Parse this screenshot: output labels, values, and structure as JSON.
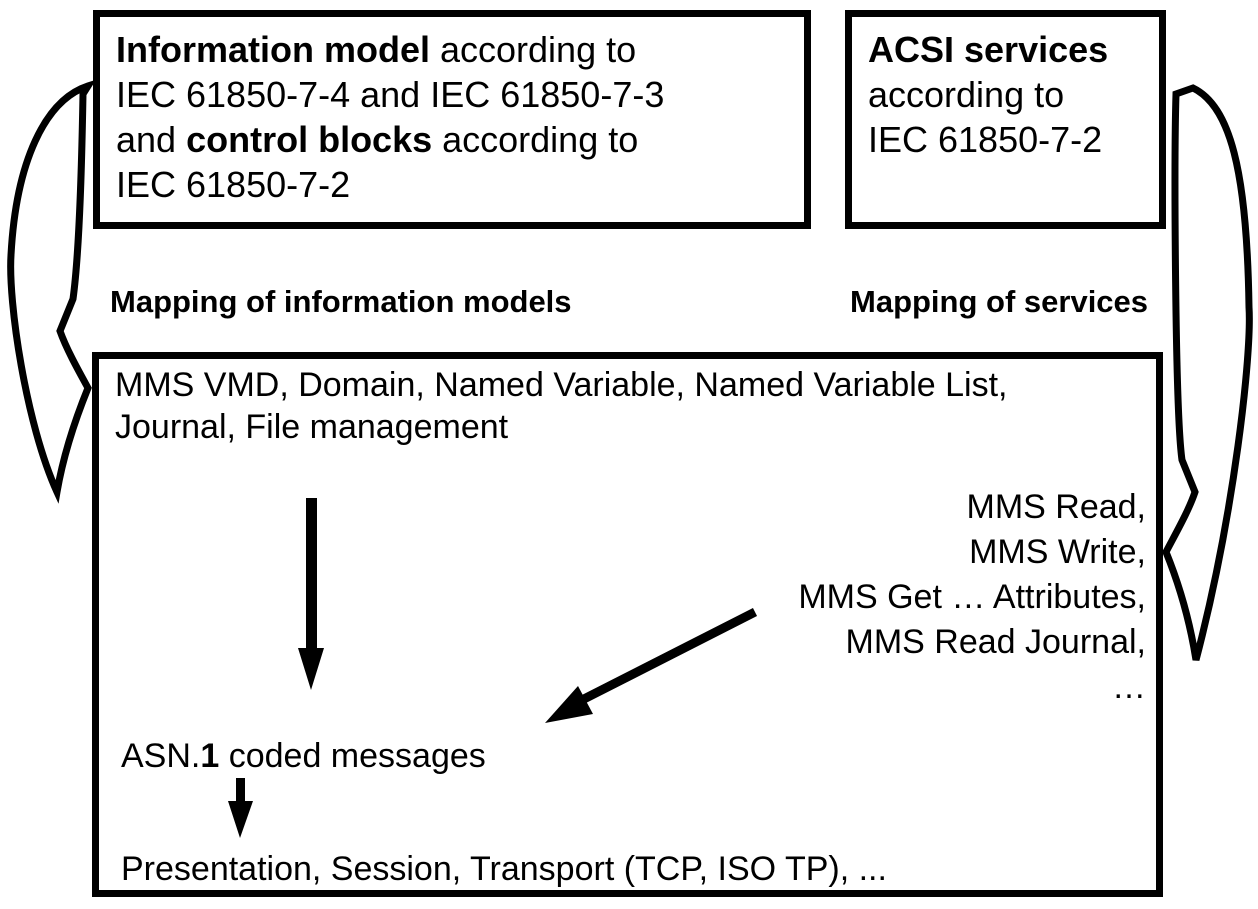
{
  "diagram": {
    "colors": {
      "ink": "#000000",
      "background": "#ffffff"
    },
    "info_box": {
      "line1_bold": "Information model",
      "line1_rest": " according to",
      "line2": "IEC 61850-7-4 and IEC 61850-7-3",
      "line3_pre": "and ",
      "line3_bold": "control blocks",
      "line3_rest": " according to",
      "line4": "IEC 61850-7-2"
    },
    "acsi_box": {
      "line1_bold": "ACSI services",
      "line2": "according to",
      "line3": "IEC 61850-7-2"
    },
    "labels": {
      "mapping_models": "Mapping of information models",
      "mapping_services": "Mapping of services"
    },
    "mms_box": {
      "top_line1": "MMS VMD, Domain, Named Variable, Named Variable List,",
      "top_line2": "Journal, File management",
      "services": [
        "MMS Read,",
        "MMS Write,",
        "MMS Get … Attributes,",
        "MMS Read Journal,",
        "…"
      ],
      "asn1_pre": "ASN.",
      "asn1_bold": "1",
      "asn1_rest": " coded messages",
      "bottom_line": "Presentation, Session, Transport (TCP, ISO TP), ..."
    }
  }
}
